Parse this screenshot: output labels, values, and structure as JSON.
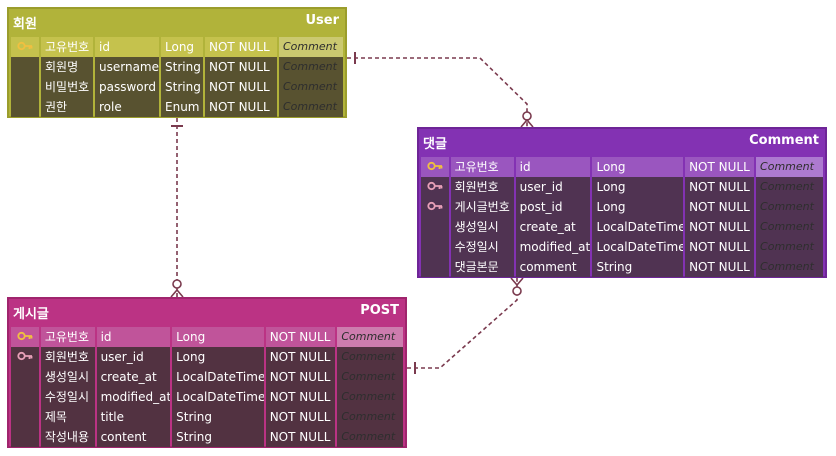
{
  "entities": {
    "user": {
      "korean_name": "회원",
      "name": "User",
      "color": "#b1b33a",
      "rows": [
        {
          "key": "pk",
          "korean": "고유번호",
          "column": "id",
          "type": "Long",
          "constraint": "NOT NULL",
          "comment": "Comment"
        },
        {
          "key": "",
          "korean": "회원명",
          "column": "username",
          "type": "String",
          "constraint": "NOT NULL",
          "comment": "Comment"
        },
        {
          "key": "",
          "korean": "비밀번호",
          "column": "password",
          "type": "String",
          "constraint": "NOT NULL",
          "comment": "Comment"
        },
        {
          "key": "",
          "korean": "권한",
          "column": "role",
          "type": "Enum",
          "constraint": "NOT NULL",
          "comment": "Comment"
        }
      ]
    },
    "comment": {
      "korean_name": "댓글",
      "name": "Comment",
      "color": "#8332b3",
      "rows": [
        {
          "key": "pk",
          "korean": "고유번호",
          "column": "id",
          "type": "Long",
          "constraint": "NOT NULL",
          "comment": "Comment"
        },
        {
          "key": "fk",
          "korean": "회원번호",
          "column": "user_id",
          "type": "Long",
          "constraint": "NOT NULL",
          "comment": "Comment"
        },
        {
          "key": "fk",
          "korean": "게시글번호",
          "column": "post_id",
          "type": "Long",
          "constraint": "NOT NULL",
          "comment": "Comment"
        },
        {
          "key": "",
          "korean": "생성일시",
          "column": "create_at",
          "type": "LocalDateTime",
          "constraint": "NOT NULL",
          "comment": "Comment"
        },
        {
          "key": "",
          "korean": "수정일시",
          "column": "modified_at",
          "type": "LocalDateTime",
          "constraint": "NOT NULL",
          "comment": "Comment"
        },
        {
          "key": "",
          "korean": "댓글본문",
          "column": "comment",
          "type": "String",
          "constraint": "NOT NULL",
          "comment": "Comment"
        }
      ]
    },
    "post": {
      "korean_name": "게시글",
      "name": "POST",
      "color": "#bb3384",
      "rows": [
        {
          "key": "pk",
          "korean": "고유번호",
          "column": "id",
          "type": "Long",
          "constraint": "NOT NULL",
          "comment": "Comment"
        },
        {
          "key": "fk",
          "korean": "회원번호",
          "column": "user_id",
          "type": "Long",
          "constraint": "NOT NULL",
          "comment": "Comment"
        },
        {
          "key": "",
          "korean": "생성일시",
          "column": "create_at",
          "type": "LocalDateTime",
          "constraint": "NOT NULL",
          "comment": "Comment"
        },
        {
          "key": "",
          "korean": "수정일시",
          "column": "modified_at",
          "type": "LocalDateTime",
          "constraint": "NOT NULL",
          "comment": "Comment"
        },
        {
          "key": "",
          "korean": "제목",
          "column": "title",
          "type": "String",
          "constraint": "NOT NULL",
          "comment": "Comment"
        },
        {
          "key": "",
          "korean": "작성내용",
          "column": "content",
          "type": "String",
          "constraint": "NOT NULL",
          "comment": "Comment"
        }
      ]
    }
  },
  "relationships": [
    {
      "from": "user",
      "to": "comment",
      "from_end": "one",
      "to_end": "zero-or-many"
    },
    {
      "from": "user",
      "to": "post",
      "from_end": "one",
      "to_end": "zero-or-many"
    },
    {
      "from": "post",
      "to": "comment",
      "from_end": "one",
      "to_end": "zero-or-many"
    }
  ],
  "icons": {
    "pk": "primary-key-icon",
    "fk": "foreign-key-icon"
  },
  "colors": {
    "pk_key": "#f0c040",
    "fk_key": "#e8a0b8",
    "relationship_line": "#7a3a4e"
  }
}
